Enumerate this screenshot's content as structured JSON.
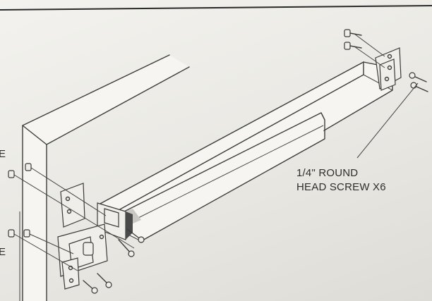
{
  "callout": {
    "line1": "1/4\" ROUND",
    "line2": "HEAD SCREW X6"
  },
  "edge_labels": [
    "E",
    "E"
  ],
  "colors": {
    "paper": "#ecebe6",
    "ink": "#3c3c3c"
  }
}
